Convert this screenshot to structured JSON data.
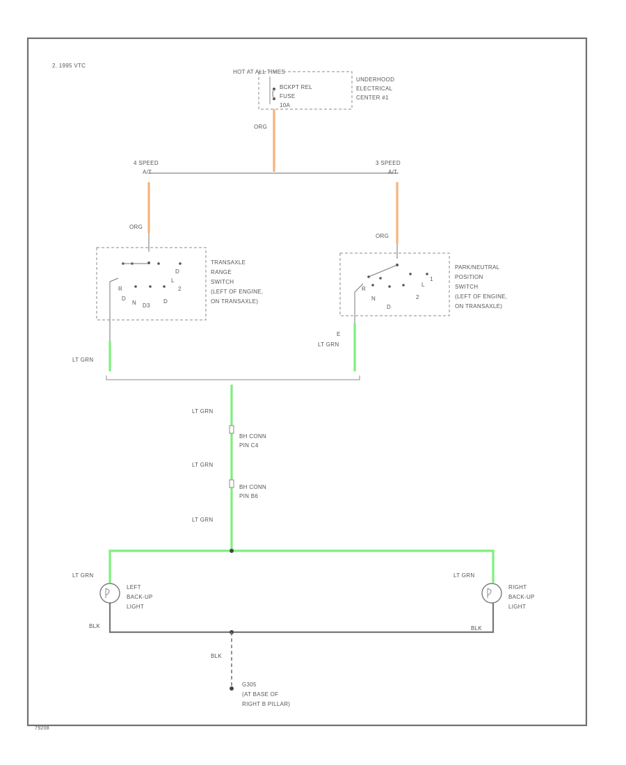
{
  "diagram": {
    "page_note": "2. 1995 VTC",
    "footer_code": "79208",
    "hot_label": "HOT AT ALL TIMES",
    "fuse": {
      "lines": [
        "BCKPT REL",
        "FUSE",
        "10A"
      ]
    },
    "fuse_location": {
      "lines": [
        "UNDERHOOD",
        "ELECTRICAL",
        "CENTER #1"
      ]
    },
    "wire_labels": {
      "org_main": "ORG",
      "org_left": "ORG",
      "org_right": "ORG",
      "ltgrn_left": "LT GRN",
      "ltgrn_right": "LT GRN",
      "ltgrn_trunk_1": "LT GRN",
      "ltgrn_trunk_2": "LT GRN",
      "ltgrn_trunk_3": "LT GRN",
      "ltgrn_lamp_left": "LT GRN",
      "ltgrn_lamp_right": "LT GRN",
      "blk_left": "BLK",
      "blk_right": "BLK",
      "blk_ground": "BLK"
    },
    "branch_left": {
      "lines": [
        "4 SPEED",
        "A/T"
      ]
    },
    "branch_right": {
      "lines": [
        "3 SPEED",
        "A/T"
      ]
    },
    "left_switch": {
      "lines": [
        "TRANSAXLE",
        "RANGE",
        "SWITCH",
        "(LEFT OF ENGINE,",
        "ON TRANSAXLE)"
      ],
      "positions": [
        "R",
        "D",
        "L",
        "2",
        "D",
        "N",
        "D3",
        "D"
      ]
    },
    "right_switch": {
      "lines": [
        "PARK/NEUTRAL",
        "POSITION",
        "SWITCH",
        "(LEFT OF ENGINE,",
        "ON TRANSAXLE)"
      ],
      "positions": [
        "R",
        "L",
        "1",
        "2",
        "N",
        "D"
      ],
      "pin_label": "E"
    },
    "connector_1": {
      "lines": [
        "BH CONN",
        "PIN C4"
      ]
    },
    "connector_2": {
      "lines": [
        "BH CONN",
        "PIN B6"
      ]
    },
    "left_lamp": {
      "lines": [
        "LEFT",
        "BACK-UP",
        "LIGHT"
      ]
    },
    "right_lamp": {
      "lines": [
        "RIGHT",
        "BACK-UP",
        "LIGHT"
      ]
    },
    "ground": {
      "lines": [
        "G305",
        "(AT BASE OF",
        "RIGHT B PILLAR)"
      ]
    }
  }
}
